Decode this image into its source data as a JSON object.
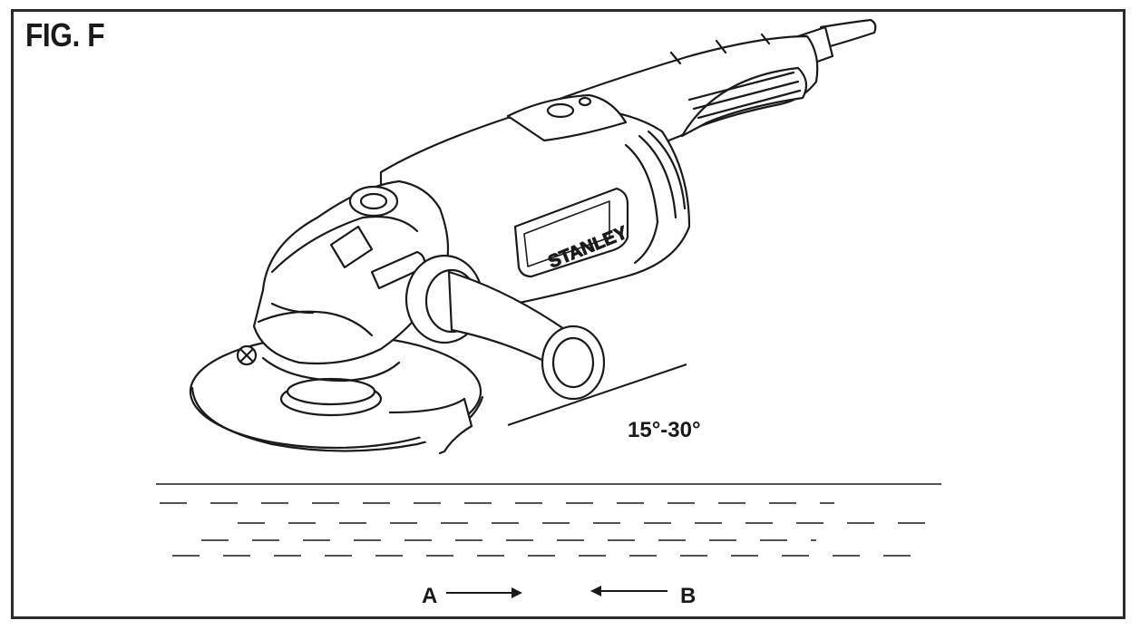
{
  "figure": {
    "title": "FIG. F",
    "angle_label": "15°-30°",
    "direction_a": "A",
    "direction_b": "B",
    "brand": "STANLEY"
  },
  "colors": {
    "ink": "#1a1a1a",
    "background": "#ffffff"
  },
  "icons": [
    "angle-grinder-icon",
    "arrow-right-icon",
    "arrow-left-icon"
  ]
}
